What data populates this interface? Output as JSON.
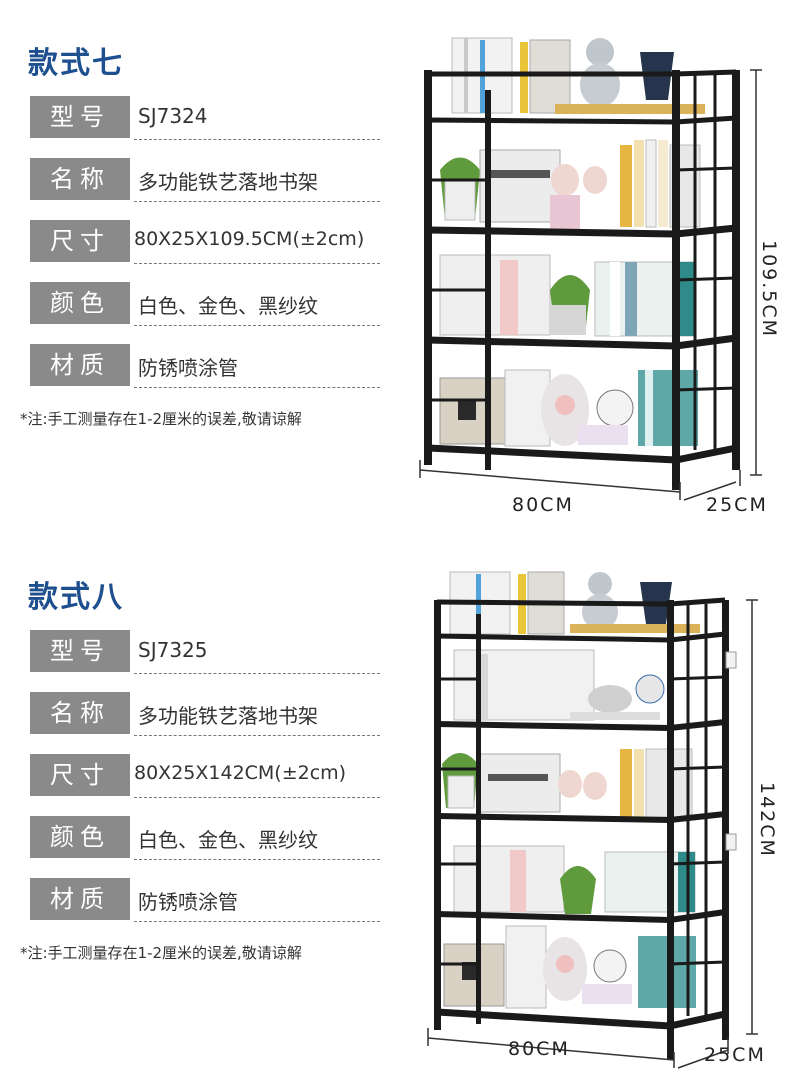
{
  "sections": [
    {
      "title": "款式七",
      "specs": [
        {
          "label": "型号",
          "value": "SJ7324"
        },
        {
          "label": "名称",
          "value": "多功能铁艺落地书架"
        },
        {
          "label": "尺寸",
          "value": "80X25X109.5CM(±2cm)"
        },
        {
          "label": "颜色",
          "value": "白色、金色、黑纱纹"
        },
        {
          "label": "材质",
          "value": "防锈喷涂管"
        }
      ],
      "note": "*注:手工测量存在1-2厘米的误差,敬请谅解",
      "dims": {
        "width": "80CM",
        "depth": "25CM",
        "height": "109.5CM"
      }
    },
    {
      "title": "款式八",
      "specs": [
        {
          "label": "型号",
          "value": "SJ7325"
        },
        {
          "label": "名称",
          "value": "多功能铁艺落地书架"
        },
        {
          "label": "尺寸",
          "value": "80X25X142CM(±2cm)"
        },
        {
          "label": "颜色",
          "value": "白色、金色、黑纱纹"
        },
        {
          "label": "材质",
          "value": "防锈喷涂管"
        }
      ],
      "note": "*注:手工测量存在1-2厘米的误差,敬请谅解",
      "dims": {
        "width": "80CM",
        "depth": "25CM",
        "height": "142CM"
      }
    }
  ],
  "colors": {
    "title": "#1e4f8f",
    "label_bg": "#8a8a8a",
    "frame": "#1a1a1a"
  },
  "images": [
    "bookshelf-4-tier-image",
    "bookshelf-5-tier-image"
  ]
}
